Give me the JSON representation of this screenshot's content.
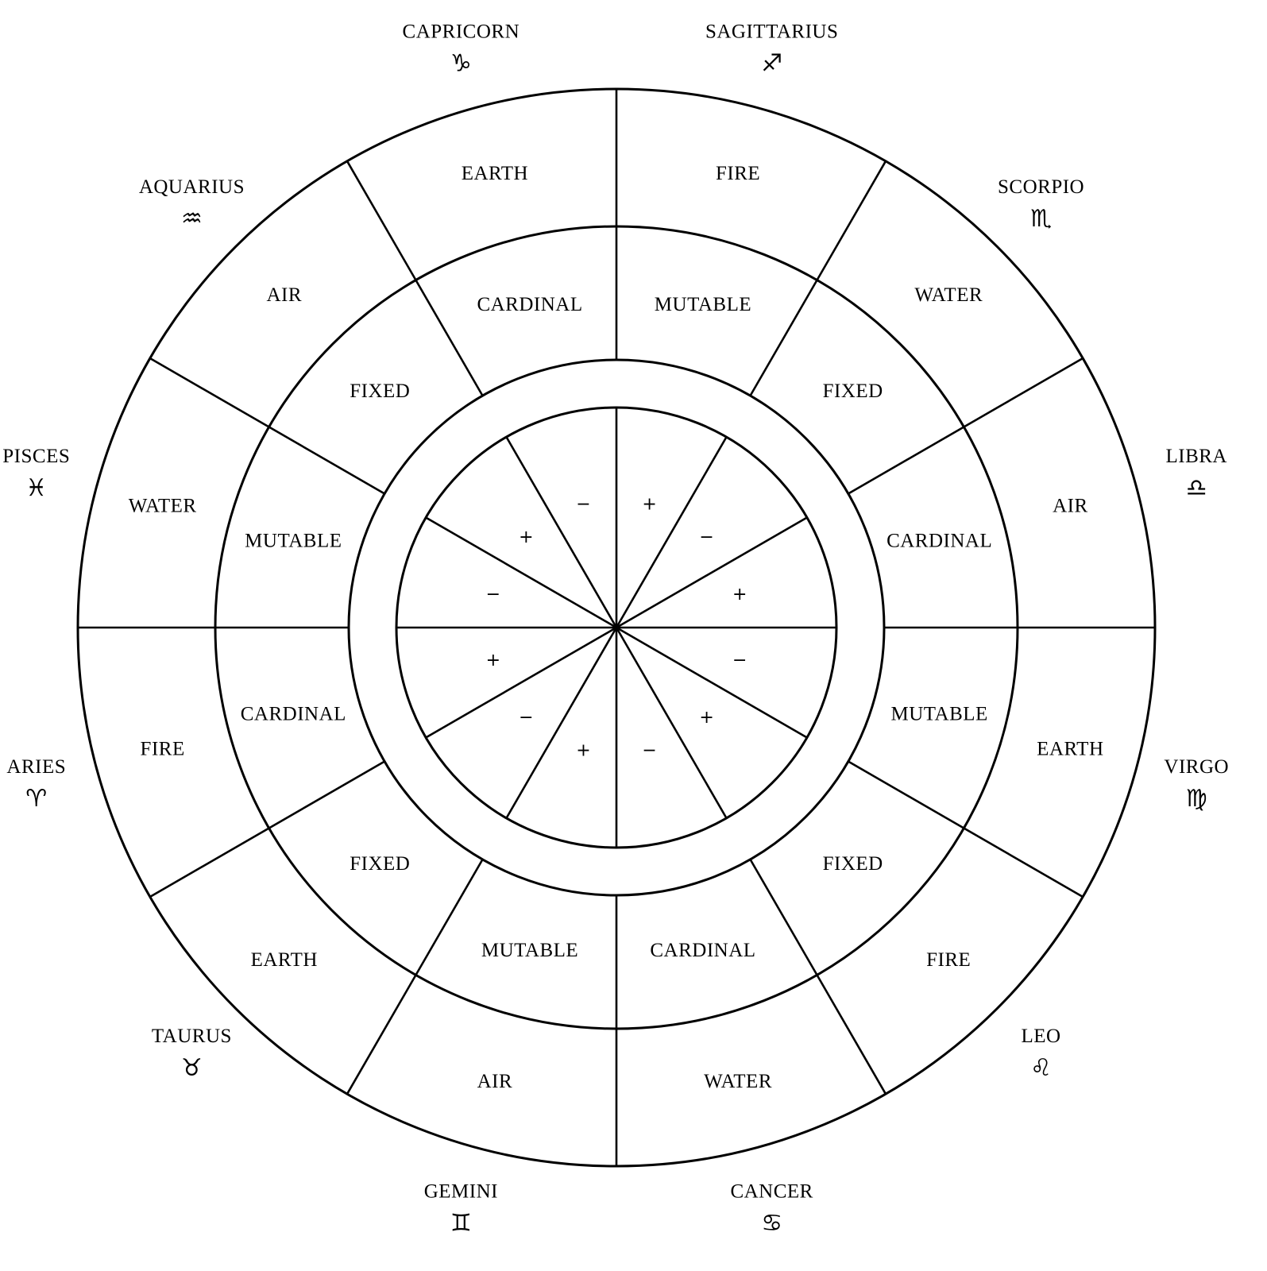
{
  "wheel": {
    "segments": [
      {
        "sign": "LIBRA",
        "glyph": "♎",
        "element": "AIR",
        "quality": "CARDINAL",
        "polarity": "+"
      },
      {
        "sign": "SCORPIO",
        "glyph": "♏",
        "element": "WATER",
        "quality": "FIXED",
        "polarity": "−"
      },
      {
        "sign": "SAGITTARIUS",
        "glyph": "♐",
        "element": "FIRE",
        "quality": "MUTABLE",
        "polarity": "+"
      },
      {
        "sign": "CAPRICORN",
        "glyph": "♑",
        "element": "EARTH",
        "quality": "CARDINAL",
        "polarity": "−"
      },
      {
        "sign": "AQUARIUS",
        "glyph": "♒",
        "element": "AIR",
        "quality": "FIXED",
        "polarity": "+"
      },
      {
        "sign": "PISCES",
        "glyph": "♓",
        "element": "WATER",
        "quality": "MUTABLE",
        "polarity": "−"
      },
      {
        "sign": "ARIES",
        "glyph": "♈",
        "element": "FIRE",
        "quality": "CARDINAL",
        "polarity": "+"
      },
      {
        "sign": "TAURUS",
        "glyph": "♉",
        "element": "EARTH",
        "quality": "FIXED",
        "polarity": "−"
      },
      {
        "sign": "GEMINI",
        "glyph": "♊",
        "element": "AIR",
        "quality": "MUTABLE",
        "polarity": "+"
      },
      {
        "sign": "CANCER",
        "glyph": "♋",
        "element": "WATER",
        "quality": "CARDINAL",
        "polarity": "−"
      },
      {
        "sign": "LEO",
        "glyph": "♌",
        "element": "FIRE",
        "quality": "FIXED",
        "polarity": "+"
      },
      {
        "sign": "VIRGO",
        "glyph": "♍",
        "element": "EARTH",
        "quality": "MUTABLE",
        "polarity": "−"
      }
    ]
  }
}
